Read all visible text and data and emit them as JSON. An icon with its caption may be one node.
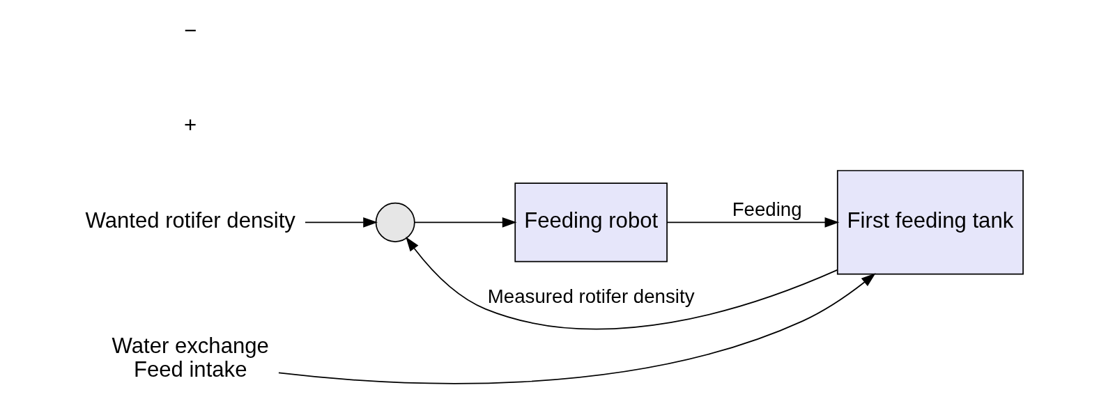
{
  "diagram": {
    "nodes": [
      {
        "text": [
          "Wanted rotifer density"
        ]
      },
      {
        "text": [],
        "shape": "circle"
      },
      {
        "text": [
          "Feeding robot"
        ]
      },
      {
        "text": [
          "First feeding tank"
        ]
      },
      {
        "text": [
          "Water exchange",
          "Feed intake"
        ]
      }
    ],
    "edges": [
      {
        "from": 0,
        "to": 1,
        "arrow": "to"
      },
      {
        "from": 1,
        "to": 2,
        "arrow": "to"
      },
      {
        "from": 2,
        "to": 3,
        "arrow": "to",
        "label": "Feeding"
      },
      {
        "from": 4,
        "to": 3,
        "arrow": "to"
      },
      {
        "from": 3,
        "to": 1,
        "arrow": "to",
        "label": "Measured rotifer density"
      }
    ],
    "labels": [
      "+",
      "−"
    ]
  }
}
